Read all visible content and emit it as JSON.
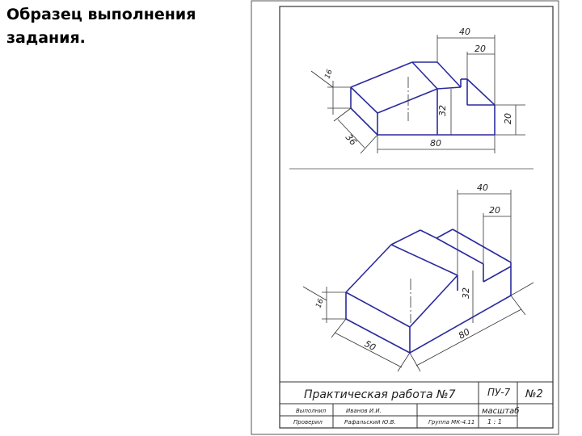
{
  "caption": "Образец выполнения задания.",
  "colors": {
    "outline": "#2a2a9e",
    "frame": "#333333",
    "text": "#222222"
  },
  "top_view": {
    "dims": {
      "d40": "40",
      "d20_top": "20",
      "d16": "16",
      "d32": "32",
      "d20_right": "20",
      "d36": "36",
      "d80": "80"
    }
  },
  "bottom_view": {
    "dims": {
      "d40": "40",
      "d20": "20",
      "d16": "16",
      "d32": "32",
      "d50": "50",
      "d80": "80"
    }
  },
  "title_block": {
    "title": "Практическая работа №7",
    "code": "ПУ-7",
    "number": "№2",
    "performed_label": "Выполнил",
    "performed_name": "Иванов И.И.",
    "checked_label": "Проверил",
    "checked_name": "Рафальский Ю.В.",
    "group": "Группа МК-4.11",
    "scale_label": "масштаб",
    "scale_value": "1 : 1"
  }
}
